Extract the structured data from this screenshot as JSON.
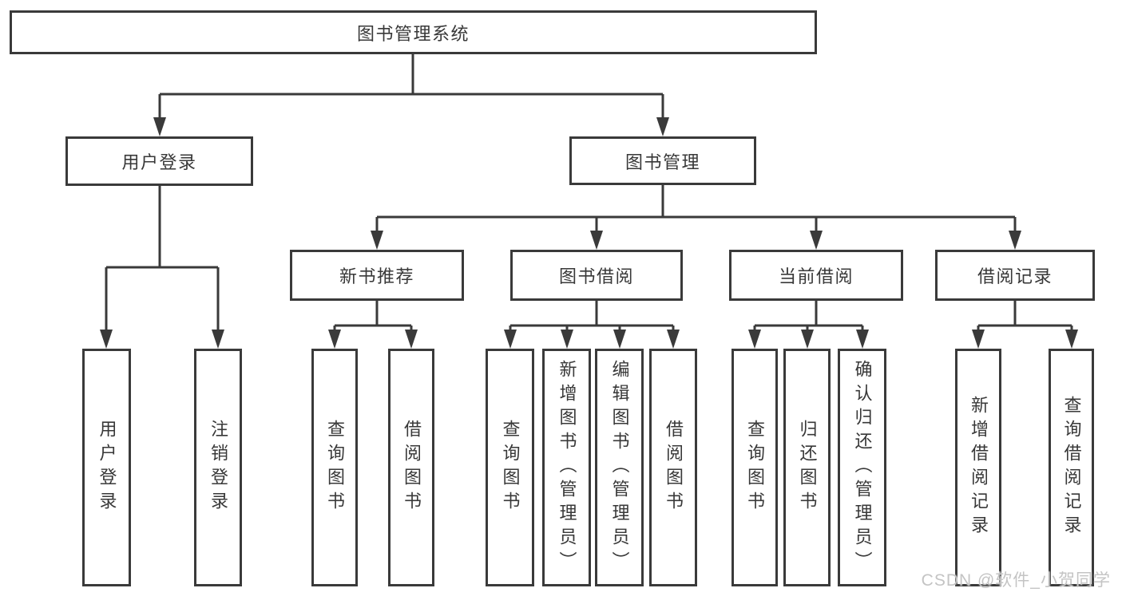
{
  "diagram": {
    "root": {
      "label": "图书管理系统"
    },
    "user_login": {
      "label": "用户登录",
      "children": [
        "用户登录",
        "注销登录"
      ]
    },
    "book_mgmt": {
      "label": "图书管理",
      "sections": [
        {
          "label": "新书推荐",
          "children": [
            "查询图书",
            "借阅图书"
          ]
        },
        {
          "label": "图书借阅",
          "children": [
            "查询图书",
            "新增图书（管理员）",
            "编辑图书（管理员）",
            "借阅图书"
          ]
        },
        {
          "label": "当前借阅",
          "children": [
            "查询图书",
            "归还图书",
            "确认归还（管理员）"
          ]
        },
        {
          "label": "借阅记录",
          "children": [
            "新增借阅记录",
            "查询借阅记录"
          ]
        }
      ]
    }
  },
  "watermark": {
    "text": "CSDN @软件_小贺同学"
  },
  "colors": {
    "line": "#3a3a3a",
    "box_border": "#3a3a3a",
    "text": "#383838",
    "watermark": "#c4c4c4",
    "background": "#ffffff"
  }
}
